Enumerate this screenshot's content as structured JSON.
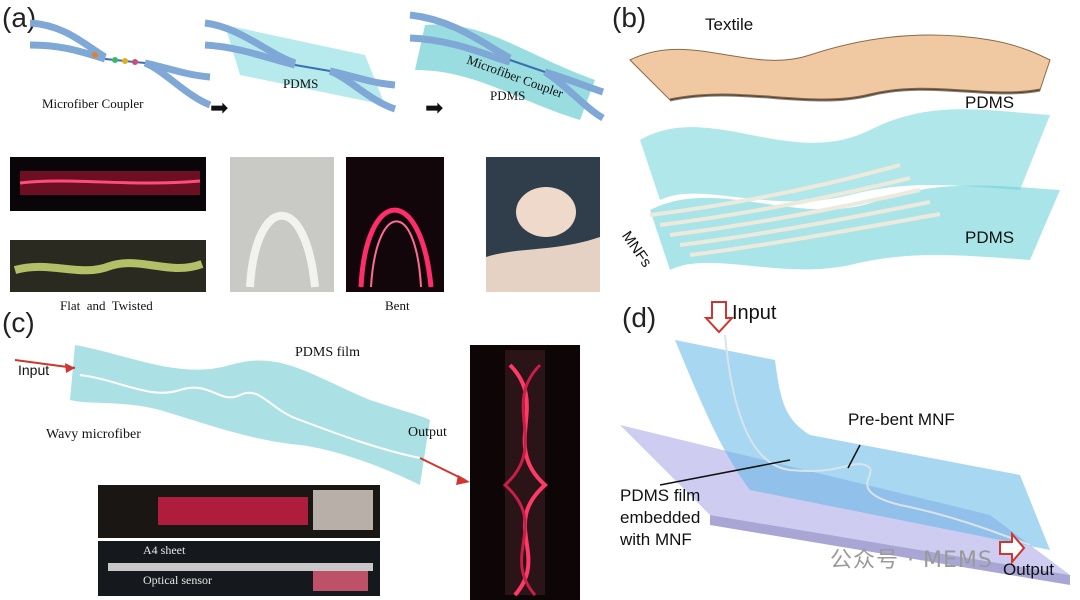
{
  "panels": {
    "a": {
      "label": "(a)",
      "microfiber_coupler": "Microfiber Coupler",
      "pdms_mid": "PDMS",
      "microfiber_coupler_right": "Microfiber Coupler",
      "pdms_right": "PDMS",
      "caption_left": "Flat  and  Twisted",
      "caption_right": "Bent"
    },
    "b": {
      "label": "(b)",
      "textile": "Textile",
      "pdms_top": "PDMS",
      "pdms_bottom": "PDMS",
      "mnfs": "MNFs"
    },
    "c": {
      "label": "(c)",
      "input": "Input",
      "pdms_film": "PDMS film",
      "wavy_microfiber": "Wavy microfiber",
      "output": "Output",
      "a4_sheet": "A4 sheet",
      "optical_sensor": "Optical sensor"
    },
    "d": {
      "label": "(d)",
      "input": "Input",
      "pre_bent_mnf": "Pre-bent MNF",
      "pdms_film_embedded": "PDMS film",
      "embedded": "embedded",
      "with_mnf": "with MNF",
      "output": "Output"
    }
  },
  "watermark": "公众号 · MEMS",
  "colors": {
    "pdms_cyan": "#6fd3d8",
    "laser_red": "#e8204a",
    "textile": "#f0c9a2",
    "glass_lavender": "#c9c6ee",
    "arrow_red": "#d0352f"
  }
}
